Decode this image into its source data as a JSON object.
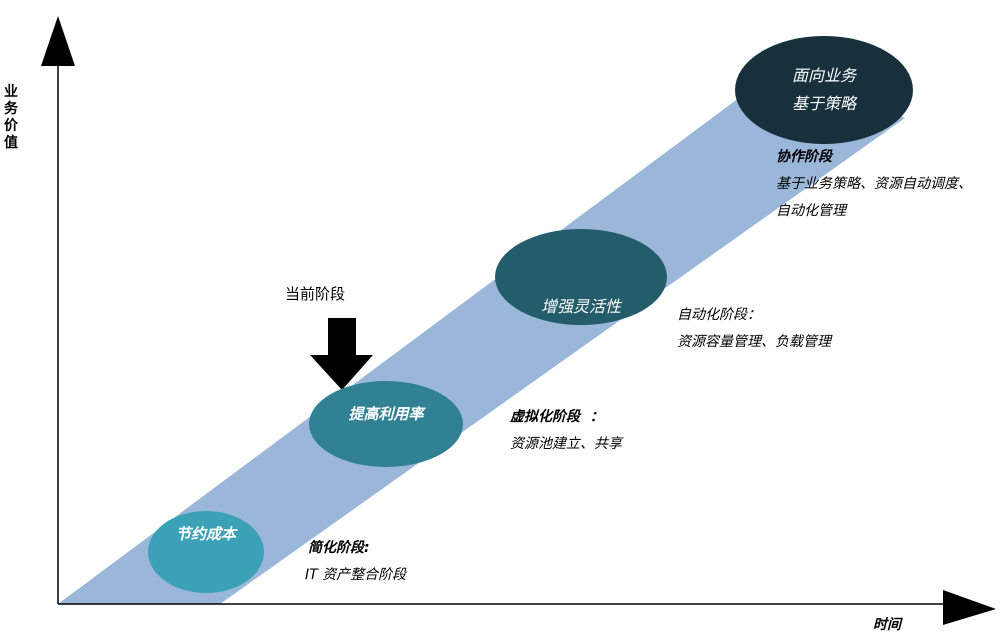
{
  "axes": {
    "y_label": "业务价值",
    "x_label": "时间"
  },
  "current_stage_label": "当前阶段",
  "milestones": [
    {
      "lines": [
        "节约成本"
      ],
      "color": "#3aa1b7"
    },
    {
      "lines": [
        "提高利用率"
      ],
      "color": "#2f8193"
    },
    {
      "lines": [
        "增强灵活性"
      ],
      "color": "#235c6b"
    },
    {
      "lines": [
        "面向业务",
        "基于策略"
      ],
      "color": "#17303b"
    }
  ],
  "stages": [
    {
      "title": "简化阶段:",
      "desc": [
        "IT 资产整合阶段"
      ]
    },
    {
      "title": "虚拟化阶段  ：",
      "desc": [
        "资源池建立、共享"
      ]
    },
    {
      "title": "自动化阶段：",
      "desc": [
        "资源容量管理、负载管理"
      ]
    },
    {
      "title": "协作阶段",
      "desc": [
        "基于业务策略、资源自动调度、",
        "自动化管理"
      ]
    }
  ],
  "colors": {
    "band": "#9ab6d9",
    "axis": "#000000",
    "arrow": "#000000"
  }
}
